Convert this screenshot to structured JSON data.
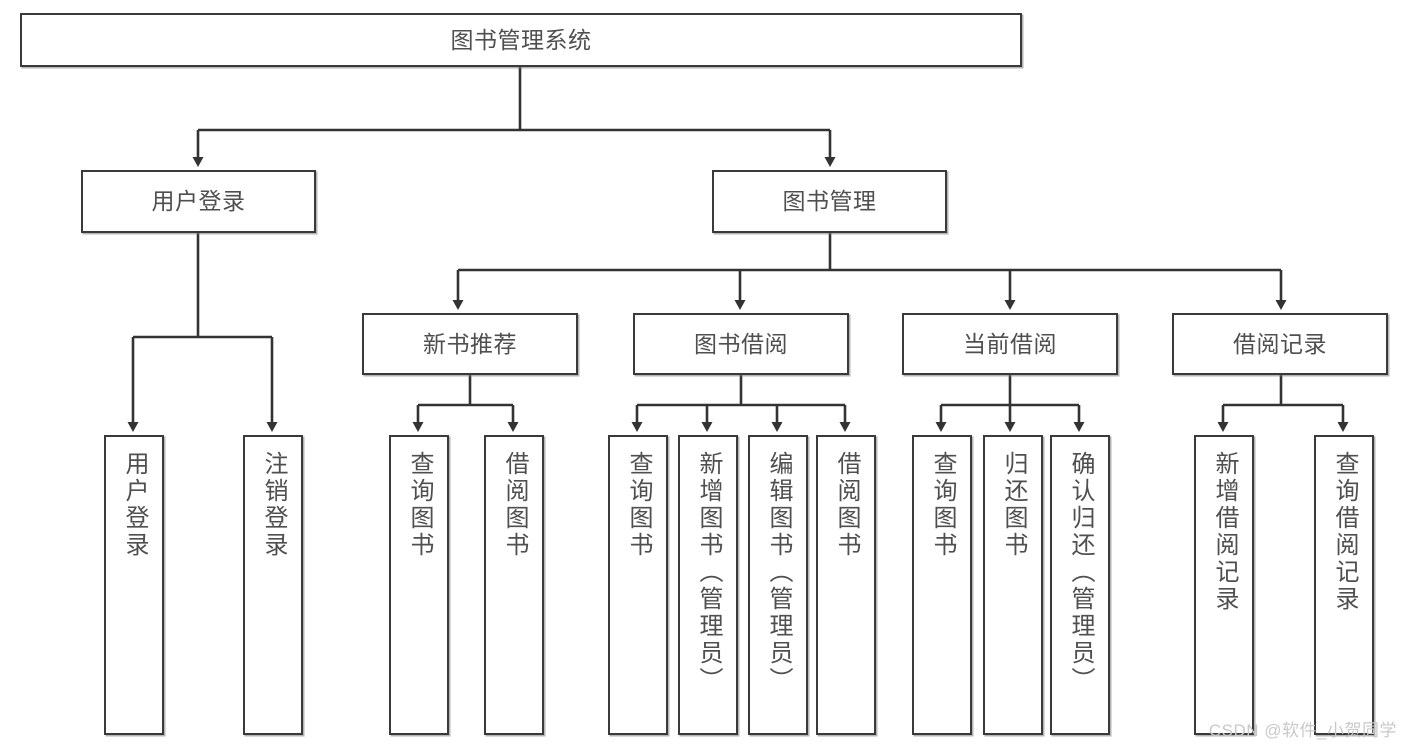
{
  "diagram": {
    "title": "图书管理系统",
    "type": "tree",
    "watermark": "CSDN @软件_小贺同学",
    "colors": {
      "box_border": "#3a3a3a",
      "box_fill": "#ffffff",
      "text": "#4f4f4f",
      "edge": "#333333",
      "watermark": "#c9c9c9"
    },
    "nodes": {
      "root": {
        "label": "图书管理系统"
      },
      "level2": [
        {
          "id": "user-login",
          "label": "用户登录"
        },
        {
          "id": "book-manage",
          "label": "图书管理"
        }
      ],
      "level3": [
        {
          "id": "new-book-recommend",
          "label": "新书推荐"
        },
        {
          "id": "book-borrow",
          "label": "图书借阅"
        },
        {
          "id": "current-borrow",
          "label": "当前借阅"
        },
        {
          "id": "borrow-record",
          "label": "借阅记录"
        }
      ],
      "leaves": {
        "user-login": [
          {
            "id": "leaf-user-login",
            "label": "用户登录"
          },
          {
            "id": "leaf-logout-login",
            "label": "注销登录"
          }
        ],
        "new-book-recommend": [
          {
            "id": "leaf-query-book-1",
            "label": "查询图书"
          },
          {
            "id": "leaf-borrow-book-1",
            "label": "借阅图书"
          }
        ],
        "book-borrow": [
          {
            "id": "leaf-query-book-2",
            "label": "查询图书"
          },
          {
            "id": "leaf-add-book",
            "label": "新增图书（管理员）"
          },
          {
            "id": "leaf-edit-book",
            "label": "编辑图书（管理员）"
          },
          {
            "id": "leaf-borrow-book-2",
            "label": "借阅图书"
          }
        ],
        "current-borrow": [
          {
            "id": "leaf-query-book-3",
            "label": "查询图书"
          },
          {
            "id": "leaf-return-book",
            "label": "归还图书"
          },
          {
            "id": "leaf-confirm-return",
            "label": "确认归还（管理员）"
          }
        ],
        "borrow-record": [
          {
            "id": "leaf-add-record",
            "label": "新增借阅记录"
          },
          {
            "id": "leaf-query-record",
            "label": "查询借阅记录"
          }
        ]
      }
    }
  }
}
